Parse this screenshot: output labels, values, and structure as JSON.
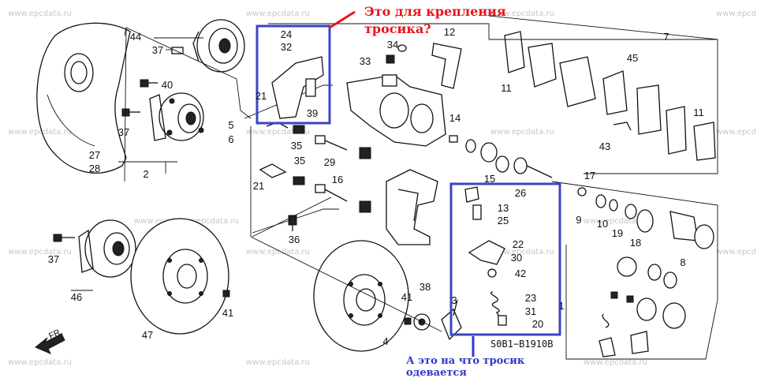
{
  "watermark": "www.epcdata.ru",
  "annotations": {
    "top_note_line1": "Это для крепления",
    "top_note_line2": "тросика?",
    "bottom_note_line1": "А это на что тросик",
    "bottom_note_line2": "одевается"
  },
  "diagram_code": "S0B1−B1910B",
  "front_label": "FR.",
  "part_numbers": [
    "44",
    "37",
    "40",
    "37",
    "27",
    "28",
    "2",
    "37",
    "46",
    "47",
    "41",
    "24",
    "32",
    "21",
    "39",
    "5",
    "6",
    "35",
    "29",
    "35",
    "16",
    "21",
    "36",
    "34",
    "33",
    "12",
    "14",
    "15",
    "26",
    "13",
    "25",
    "22",
    "30",
    "42",
    "23",
    "31",
    "20",
    "38",
    "41",
    "3",
    "4",
    "7",
    "45",
    "11",
    "11",
    "43",
    "17",
    "9",
    "10",
    "19",
    "18",
    "8",
    "1"
  ],
  "colors": {
    "highlight_box": "#3a45c8",
    "annotation_red": "#e8141c",
    "annotation_blue": "#2f37c8"
  }
}
